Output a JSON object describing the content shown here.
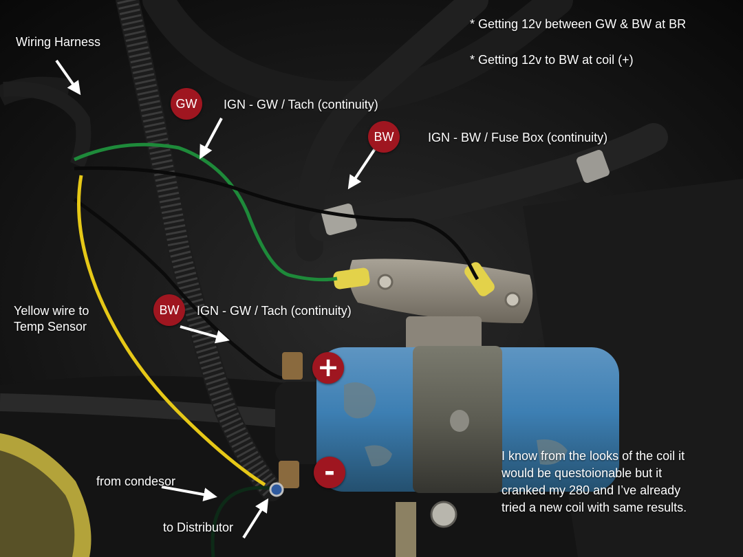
{
  "colors": {
    "badge": "#9f1620",
    "text": "#ffffff",
    "coil_blue": "#3d7fb3",
    "wire_green": "#1e8a3a",
    "wire_yellow": "#e6c817"
  },
  "notes": [
    "*  Getting 12v between GW & BW at BR",
    "*  Getting 12v to BW at coil (+)"
  ],
  "labels": {
    "wiring_harness": "Wiring Harness",
    "ign_gw_tach_top": "IGN - GW / Tach (continuity)",
    "ign_bw_fuse": "IGN - BW / Fuse Box (continuity)",
    "yellow_wire_line1": "Yellow wire to",
    "yellow_wire_line2": "Temp Sensor",
    "ign_gw_tach_lower": "IGN - GW / Tach (continuity)",
    "from_condensor": "from condesor",
    "to_distributor": "to Distributor"
  },
  "badges": {
    "gw": "GW",
    "bw_top": "BW",
    "bw_lower": "BW",
    "plus": "+",
    "minus": "-"
  },
  "comment": [
    "I know from the looks of the coil it",
    "would be questoionable but it",
    "cranked my 280 and I’ve already",
    "tried a new coil with same results."
  ]
}
